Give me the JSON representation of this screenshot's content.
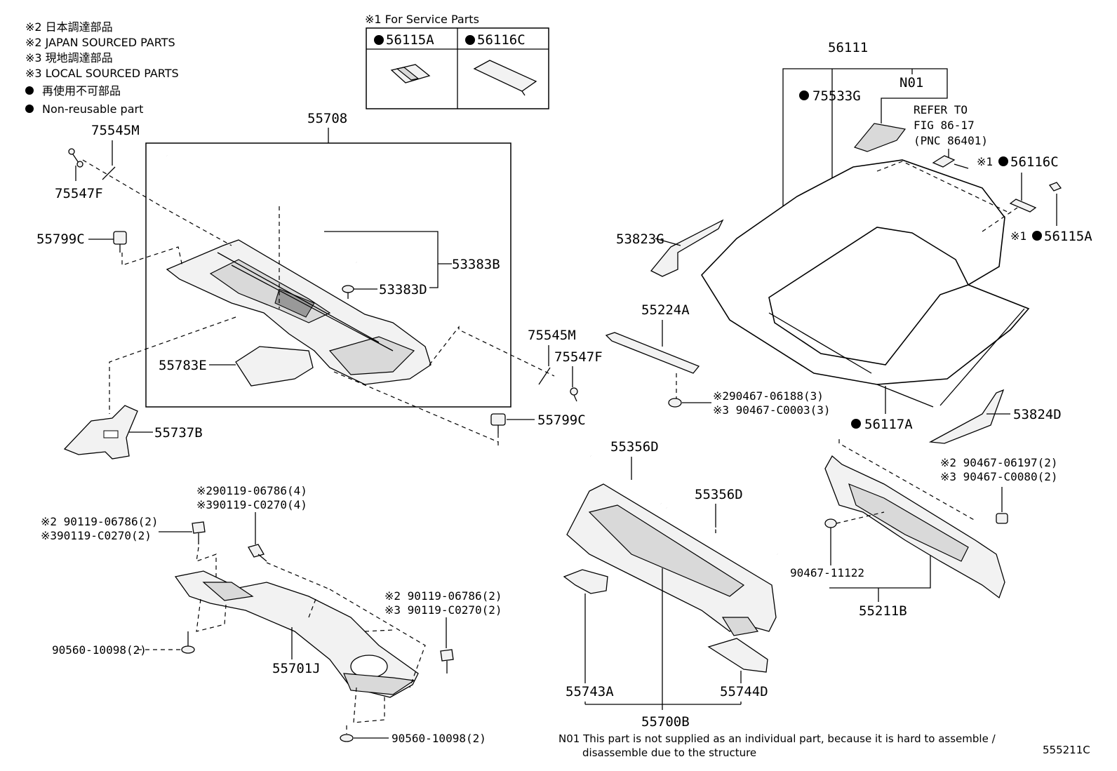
{
  "legend": {
    "line1": "※2 日本調達部品",
    "line2": "※2 JAPAN SOURCED PARTS",
    "line3": "※3 現地調達部品",
    "line4": "※3 LOCAL SOURCED PARTS",
    "line5": "再使用不可部品",
    "line6": "Non-reusable part"
  },
  "service_parts": {
    "title": "※1 For Service Parts",
    "col1": "56115A",
    "col2": "56116C"
  },
  "labels": {
    "p56111": "56111",
    "pN01": "N01",
    "p75533G": "75533G",
    "refer1": "REFER TO",
    "refer2": "FIG 86-17",
    "refer3": "(PNC 86401)",
    "p56116C": "56116C",
    "p56115A": "56115A",
    "mark1a": "※1",
    "mark1b": "※1",
    "p53823G": "53823G",
    "p55224A": "55224A",
    "p90467a": "※290467-06188(3)",
    "p90467b": "※3 90467-C0003(3)",
    "p56117A": "56117A",
    "p53824D": "53824D",
    "p55708": "55708",
    "p75545M_l": "75545M",
    "p75547F_l": "75547F",
    "p55799C_l": "55799C",
    "p53383B": "53383B",
    "p53383D": "53383D",
    "p55783E": "55783E",
    "p55737B": "55737B",
    "p75545M_r": "75545M",
    "p75547F_r": "75547F",
    "p55799C_r": "55799C",
    "p55356D_a": "55356D",
    "p55356D_b": "55356D",
    "p90467_06197": "※2 90467-06197(2)",
    "p90467_C0080": "※3 90467-C0080(2)",
    "p90467_11122": "90467-11122",
    "p55211B": "55211B",
    "p55743A": "55743A",
    "p55744D": "55744D",
    "p55700B": "55700B",
    "b1a": "※290119-06786(4)",
    "b1b": "※390119-C0270(4)",
    "b2a": "※2 90119-06786(2)",
    "b2b": "※390119-C0270(2)",
    "b3a": "※2 90119-06786(2)",
    "b3b": "※3 90119-C0270(2)",
    "p90560a": "90560-10098(2)",
    "p90560b": "90560-10098(2)",
    "p55701J": "55701J",
    "n01_line1": "N01 This part is not supplied as an individual part, because it is hard to assemble /",
    "n01_line2": "disassemble due to the structure",
    "fig_id": "555211C"
  }
}
